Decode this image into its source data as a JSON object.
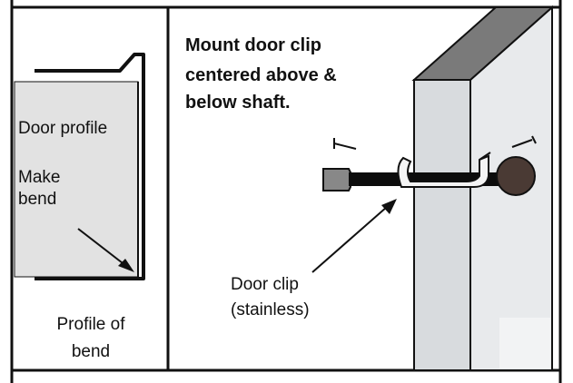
{
  "left_panel": {
    "door_profile_label": "Door profile",
    "make_bend_line1": "Make",
    "make_bend_line2": "bend",
    "caption_line1": "Profile of",
    "caption_line2": "bend"
  },
  "right_panel": {
    "instruction_line1": "Mount door clip",
    "instruction_line2": "centered above &",
    "instruction_line3": "below shaft.",
    "clip_label_line1": "Door clip",
    "clip_label_line2": "(stainless)"
  },
  "colors": {
    "border": "#111111",
    "door_fill": "#e2e2e2",
    "door_face": "#d9dbdd",
    "door_side": "#c6c9cc",
    "door_top": "#7a7a7a",
    "shaft": "#0c0c0c",
    "knob": "#4a3a34"
  }
}
